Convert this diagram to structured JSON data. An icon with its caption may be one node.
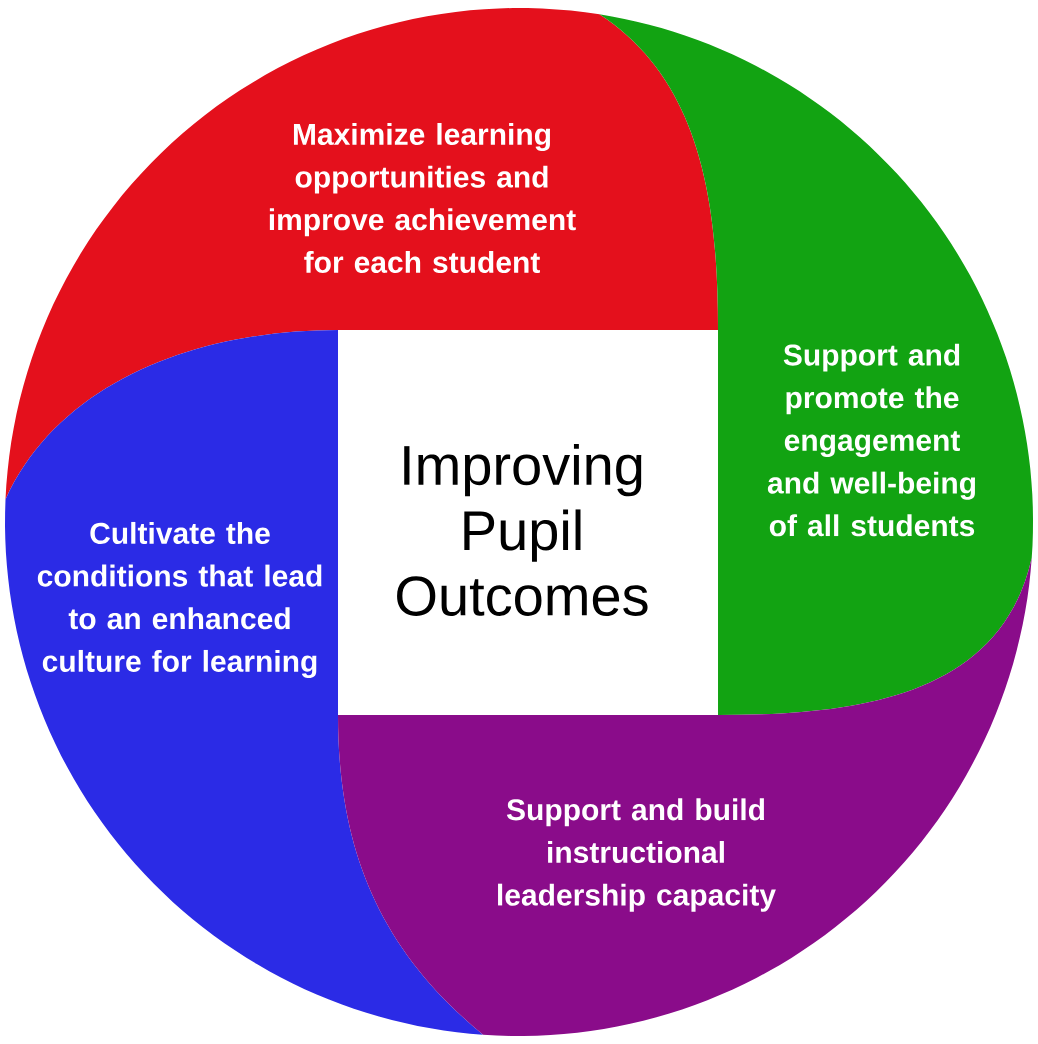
{
  "diagram": {
    "nodes": [
      {
        "text": [
          "Maximize learning opportunities and improve achievement for each student"
        ]
      },
      {
        "text": [
          "Support and promote the engagement and well-being of all students"
        ]
      },
      {
        "text": [
          "Cultivate the conditions that lead to an enhanced culture for learning"
        ]
      },
      {
        "text": [
          "Improving Pupil Outcomes"
        ]
      },
      {
        "text": [
          "Support and build instructional leadership capacity"
        ]
      }
    ]
  }
}
